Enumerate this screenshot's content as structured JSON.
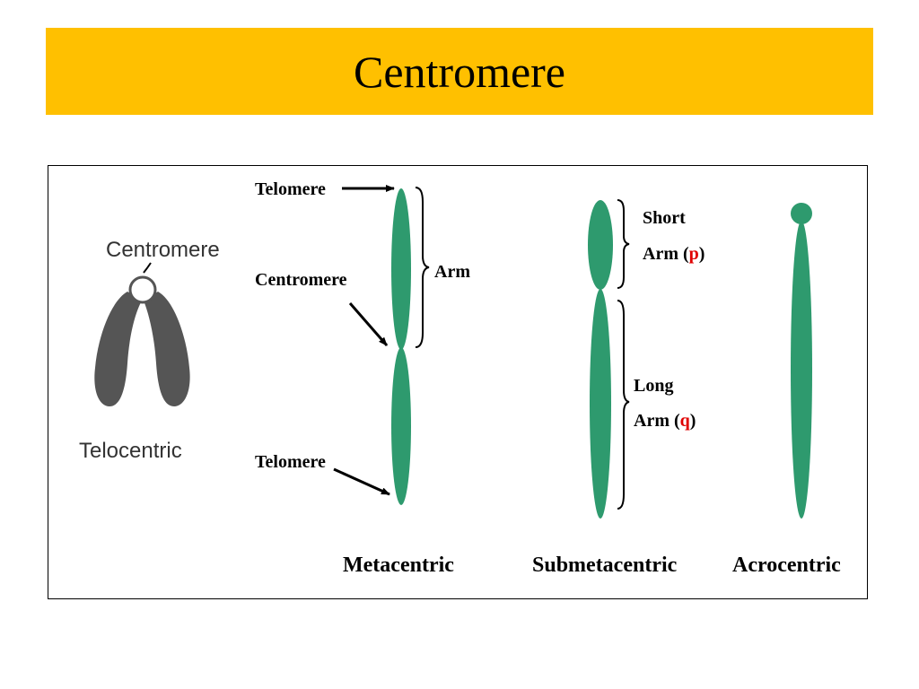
{
  "slide": {
    "title": "Centromere",
    "banner_color": "#FFC000"
  },
  "colors": {
    "chromatid": "#2E9A6E",
    "telocentric": "#555555",
    "label": "#000000",
    "arm_letter": "#E00000"
  },
  "telocentric_panel": {
    "centromere_label": "Centromere",
    "type_label": "Telocentric"
  },
  "metacentric_panel": {
    "telomere_top_label": "Telomere",
    "centromere_label": "Centromere",
    "arm_label": "Arm",
    "telomere_bottom_label": "Telomere",
    "type_label": "Metacentric"
  },
  "submetacentric_panel": {
    "short_arm_line1": "Short",
    "short_arm_prefix": "Arm (",
    "short_arm_letter": "p",
    "short_arm_suffix": ")",
    "long_arm_line1": "Long",
    "long_arm_prefix": "Arm (",
    "long_arm_letter": "q",
    "long_arm_suffix": ")",
    "type_label": "Submetacentric"
  },
  "acrocentric_panel": {
    "type_label": "Acrocentric"
  }
}
